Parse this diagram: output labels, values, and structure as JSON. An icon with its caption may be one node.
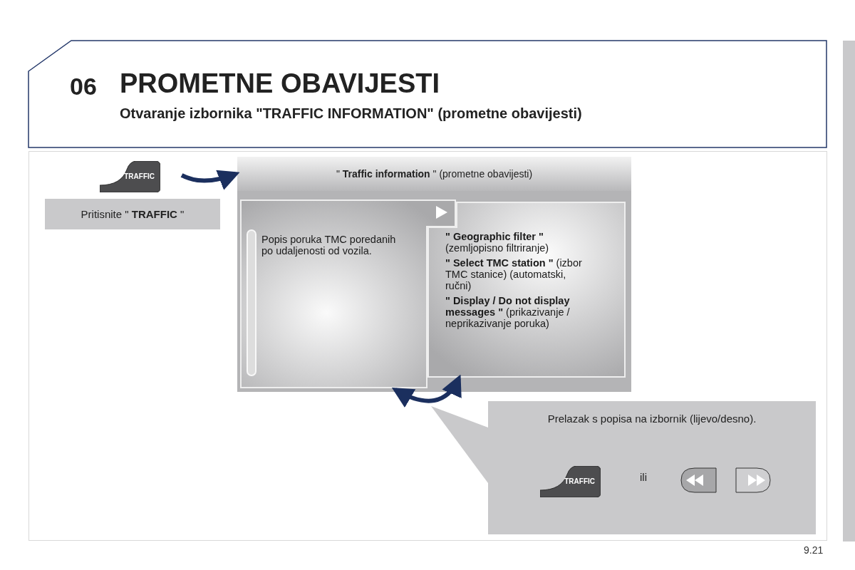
{
  "diagram": {
    "title": "PROMETNE OBAVIJESTI",
    "nodes": [
      {
        "text": [
          "TRAFFIC"
        ]
      },
      {
        "text": [
          "Pritisnite \" **TRAFFIC** \""
        ]
      },
      {
        "text": [
          "\" **Traffic information** \" (prometne obavijesti)"
        ]
      },
      {
        "text": [
          "Popis poruka TMC poredanih po udaljenosti od vozila."
        ],
        "in": 2
      },
      {
        "text": [
          "**\" Geographic filter \"** (zemljopisno filtriranje)",
          "**\" Select TMC station \"** (izbor TMC stanice) (automatski, ručni)",
          "**\" Display / Do not display messages \"** (prikazivanje / neprikazivanje poruka)"
        ],
        "in": 2
      },
      {
        "text": [
          "Prelazak s popisa na izbornik (lijevo/desno)."
        ]
      },
      {
        "text": [
          "TRAFFIC"
        ],
        "in": 5
      },
      {
        "text": [],
        "shape": "bar"
      },
      {
        "text": [],
        "shape": "triangle"
      }
    ],
    "edges": [
      {
        "from": 0,
        "to": 2,
        "arrow": "to"
      },
      {
        "from": 3,
        "to": 4,
        "arrow": "both"
      }
    ],
    "labels": [
      "06",
      "Otvaranje izbornika \"TRAFFIC INFORMATION\" (prometne obavijesti)",
      "ili",
      "9.21"
    ]
  }
}
